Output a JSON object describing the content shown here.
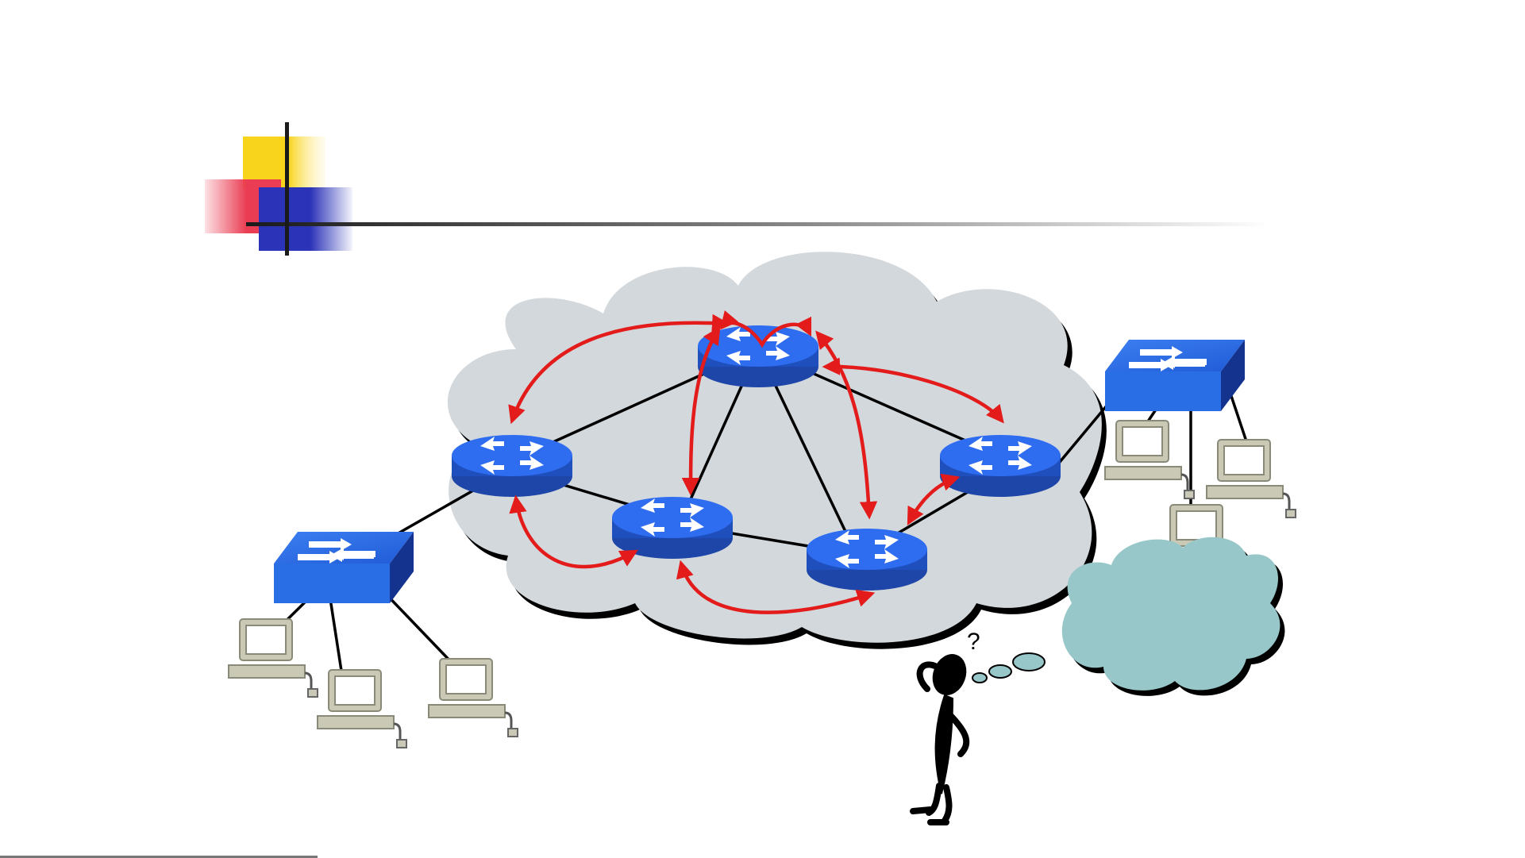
{
  "slide": {
    "title": "",
    "background_color": "#ffffff",
    "accent_colors": {
      "yellow": "#f8d41c",
      "red": "#ea3c52",
      "blue": "#2b33b8"
    },
    "title_rule_color": "#1a1a1a"
  },
  "diagram": {
    "cloud_color": "#d3d8dc",
    "thought_cloud_color": "#97c7c9",
    "router_color": "#2a63e8",
    "switch_color": "#2a6ee6",
    "computer_color": "#c9c9b5",
    "link_color": "#000000",
    "route_color": "#e31b1b",
    "routers": [
      {
        "id": "r-top",
        "icon": "router-icon"
      },
      {
        "id": "r-left",
        "icon": "router-icon"
      },
      {
        "id": "r-center",
        "icon": "router-icon"
      },
      {
        "id": "r-bottom-right",
        "icon": "router-icon"
      },
      {
        "id": "r-right",
        "icon": "router-icon"
      }
    ],
    "switches": [
      {
        "id": "sw-left",
        "icon": "switch-icon"
      },
      {
        "id": "sw-right",
        "icon": "switch-icon"
      }
    ],
    "thinking_person": {
      "icon": "thinking-person-icon",
      "question_mark": "?"
    }
  }
}
